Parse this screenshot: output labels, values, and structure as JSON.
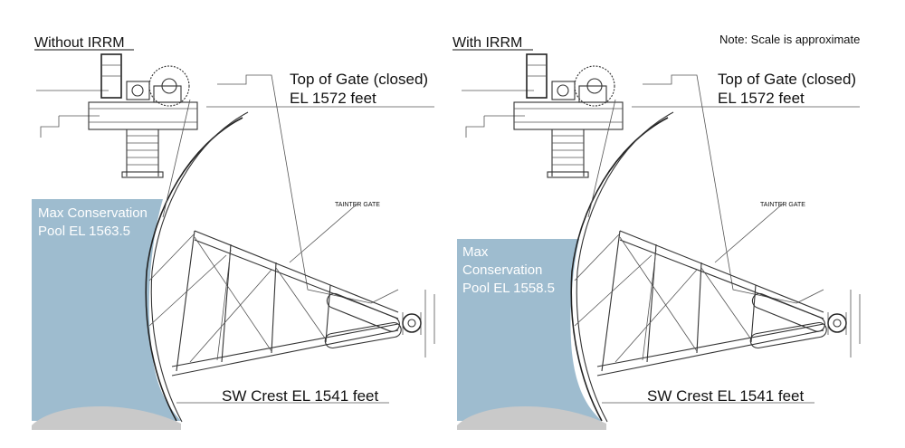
{
  "note": "Note: Scale is approximate",
  "colors": {
    "pool": "#9ebccf",
    "ground": "#c9c9c9",
    "line": "#333333"
  },
  "panels": [
    {
      "title": "Without IRRM",
      "top_gate_line1": "Top of Gate (closed)",
      "top_gate_line2": "EL 1572 feet",
      "pool_line1": "Max Conservation",
      "pool_line2": "Pool EL 1563.5",
      "pool_line3": "",
      "gate_label": "TAINTER GATE",
      "crest_label": "SW Crest EL 1541 feet"
    },
    {
      "title": "With IRRM",
      "top_gate_line1": "Top of Gate (closed)",
      "top_gate_line2": "EL 1572 feet",
      "pool_line1": "Max",
      "pool_line2": "Conservation",
      "pool_line3": "Pool EL 1558.5",
      "gate_label": "TAINTER GATE",
      "crest_label": "SW Crest EL 1541 feet"
    }
  ]
}
